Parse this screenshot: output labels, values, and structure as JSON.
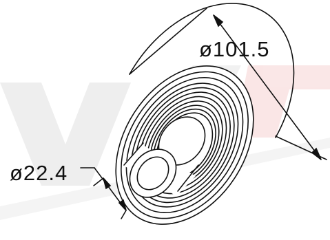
{
  "drawing": {
    "outer_diameter_label": "ø101.5",
    "inner_diameter_label": "ø22.4",
    "ring_count": 11
  },
  "colors": {
    "line": "#111111",
    "background": "#ffffff",
    "watermark_gray": "#cfcfcf",
    "watermark_red": "#f2b9b9"
  }
}
